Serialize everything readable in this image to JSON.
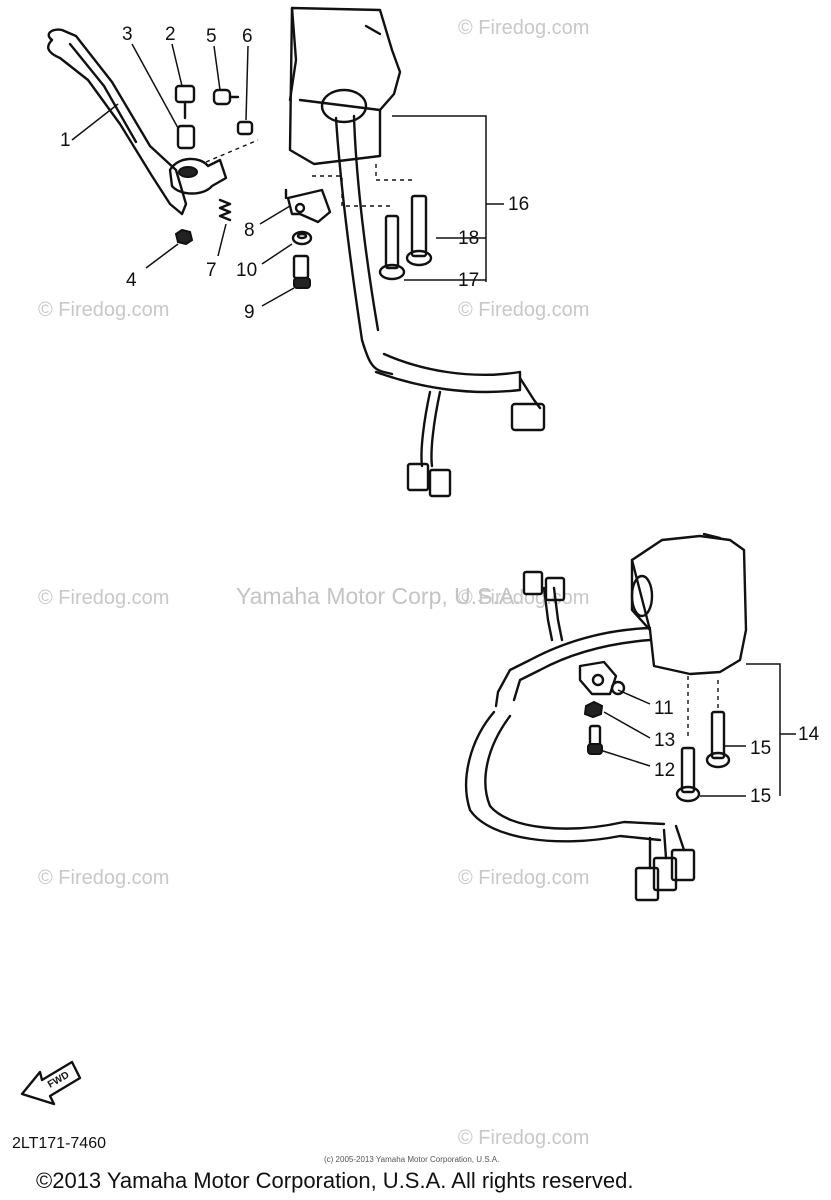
{
  "watermarks": {
    "firedog": "© Firedog.com",
    "center": "Yamaha Motor Corp, U.S.A."
  },
  "callouts": {
    "c1": "1",
    "c2": "2",
    "c3": "3",
    "c4": "4",
    "c5": "5",
    "c6": "6",
    "c7": "7",
    "c8": "8",
    "c9": "9",
    "c10": "10",
    "c11": "11",
    "c12": "12",
    "c13": "13",
    "c14": "14",
    "c15a": "15",
    "c15b": "15",
    "c16": "16",
    "c17": "17",
    "c18": "18"
  },
  "fwd_label": "FWD",
  "diagram_code": "2LT171-7460",
  "small_notice": "(c) 2005-2013 Yamaha Motor Corporation, U.S.A.",
  "copyright": "©2013 Yamaha Motor Corporation, U.S.A. All rights reserved."
}
